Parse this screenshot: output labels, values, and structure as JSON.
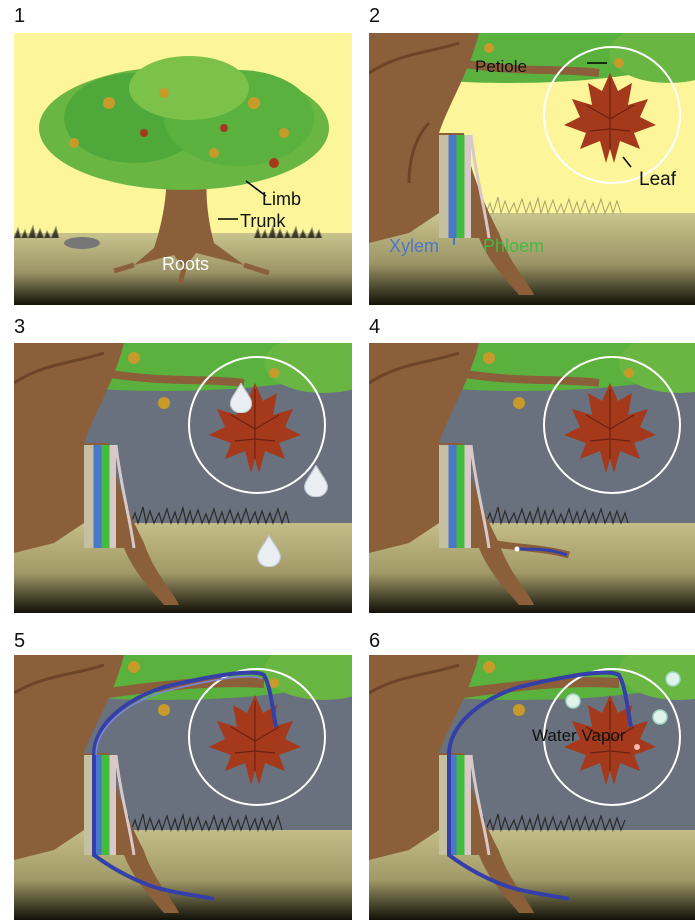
{
  "panels": [
    {
      "number": "1",
      "labels": {
        "limb": "Limb",
        "trunk": "Trunk",
        "roots": "Roots"
      }
    },
    {
      "number": "2",
      "labels": {
        "petiole": "Petiole",
        "leaf": "Leaf",
        "xylem": "Xylem",
        "phloem": "Phloem"
      }
    },
    {
      "number": "3",
      "labels": {}
    },
    {
      "number": "4",
      "labels": {}
    },
    {
      "number": "5",
      "labels": {}
    },
    {
      "number": "6",
      "labels": {
        "water_vapor": "Water Vapor"
      }
    }
  ],
  "colors": {
    "sky_day": "#fdf59a",
    "sky_night": "#68717d",
    "ground": "#b5ad7b",
    "trunk": "#8a5f3a",
    "leaf_red": "#a4391c",
    "foliage_green": "#4fa83a",
    "xylem": "#4a78c8",
    "phloem": "#43bb3d",
    "water_path": "#3440a8"
  }
}
